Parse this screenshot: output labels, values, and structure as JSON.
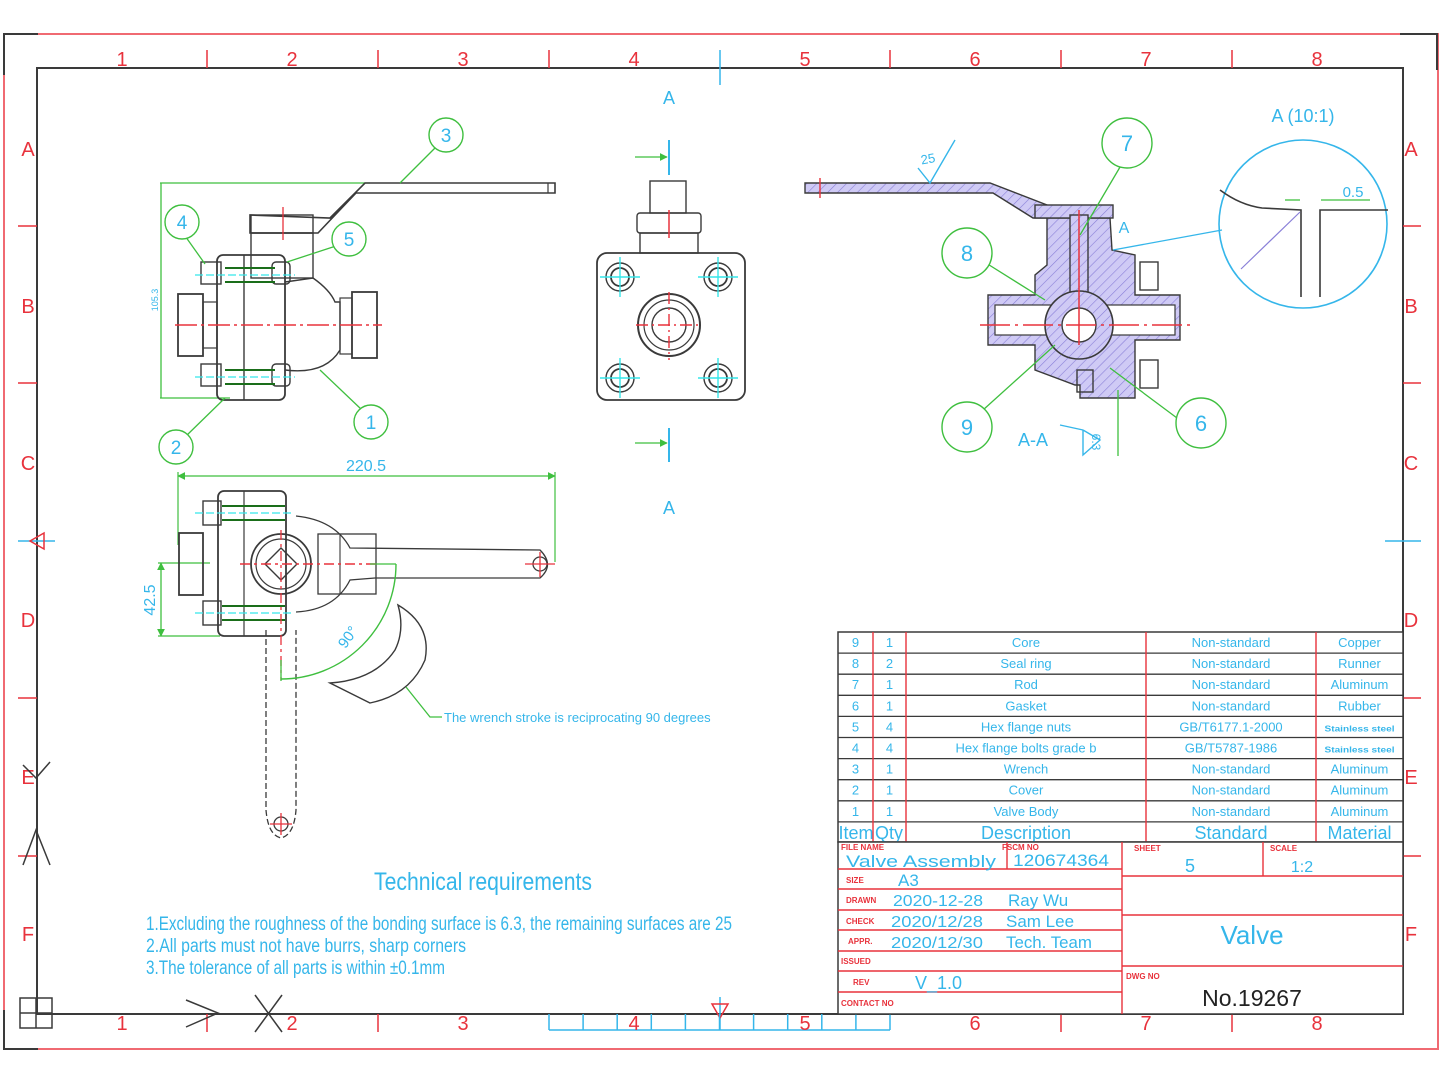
{
  "colors": {
    "frame_red": "#f06a72",
    "frame_black": "#3a3a3a",
    "text_blue": "#35b6ea",
    "text_red": "#e8323c",
    "leader_green": "#3fbf3f",
    "hatch_purple": "#b0a8e8"
  },
  "border": {
    "columns": [
      "1",
      "2",
      "3",
      "4",
      "5",
      "6",
      "7",
      "8"
    ],
    "rows": [
      "A",
      "B",
      "C",
      "D",
      "E",
      "F"
    ]
  },
  "views": {
    "front": {
      "dimension_height": "105.3",
      "balloons": [
        "1",
        "2",
        "3",
        "4",
        "5"
      ]
    },
    "side": {
      "section_label_top": "A",
      "section_label_bottom": "A"
    },
    "section": {
      "title": "A-A",
      "roughness_symbol": "25",
      "roughness_surface": "6.3",
      "balloons": [
        "6",
        "7",
        "8",
        "9"
      ],
      "detail_marker": "A"
    },
    "detail": {
      "title": "A (10:1)",
      "dimension": "0.5"
    },
    "top": {
      "dimension_length": "220.5",
      "dimension_height": "42.5",
      "angle": "90°",
      "note": "The wrench stroke is reciprocating 90 degrees"
    }
  },
  "technical_requirements": {
    "title": "Technical requirements",
    "items": [
      "1.Excluding the roughness of the bonding surface is 6.3, the remaining surfaces are 25",
      "2.All parts must not have burrs, sharp corners",
      "3.The tolerance of all parts is within ±0.1mm"
    ]
  },
  "bom": {
    "headers": {
      "item": "Item",
      "qty": "Qty",
      "description": "Description",
      "standard": "Standard",
      "material": "Material"
    },
    "rows": [
      {
        "item": "9",
        "qty": "1",
        "description": "Core",
        "standard": "Non-standard",
        "material": "Copper"
      },
      {
        "item": "8",
        "qty": "2",
        "description": "Seal ring",
        "standard": "Non-standard",
        "material": "Runner"
      },
      {
        "item": "7",
        "qty": "1",
        "description": "Rod",
        "standard": "Non-standard",
        "material": "Aluminum"
      },
      {
        "item": "6",
        "qty": "1",
        "description": "Gasket",
        "standard": "Non-standard",
        "material": "Rubber"
      },
      {
        "item": "5",
        "qty": "4",
        "description": "Hex flange nuts",
        "standard": "GB/T6177.1-2000",
        "material": "Stainless steel"
      },
      {
        "item": "4",
        "qty": "4",
        "description": "Hex flange bolts grade b",
        "standard": "GB/T5787-1986",
        "material": "Stainless steel"
      },
      {
        "item": "3",
        "qty": "1",
        "description": "Wrench",
        "standard": "Non-standard",
        "material": "Aluminum"
      },
      {
        "item": "2",
        "qty": "1",
        "description": "Cover",
        "standard": "Non-standard",
        "material": "Aluminum"
      },
      {
        "item": "1",
        "qty": "1",
        "description": "Valve Body",
        "standard": "Non-standard",
        "material": "Aluminum"
      }
    ]
  },
  "title_block": {
    "file_name_label": "FILE NAME",
    "file_name": "Valve Assembly",
    "fscm_label": "FSCM NO",
    "fscm": "120674364",
    "sheet_label": "SHEET",
    "sheet": "5",
    "scale_label": "SCALE",
    "scale": "1:2",
    "size_label": "SIZE",
    "size": "A3",
    "drawn_label": "DRAWN",
    "drawn_date": "2020-12-28",
    "drawn_by": "Ray Wu",
    "check_label": "CHECK",
    "check_date": "2020/12/28",
    "check_by": "Sam Lee",
    "appr_label": "APPR.",
    "appr_date": "2020/12/30",
    "appr_by": "Tech. Team",
    "issued_label": "ISSUED",
    "rev_label": "REV",
    "rev": "V_1.0",
    "contact_label": "CONTACT NO",
    "title": "Valve",
    "dwg_label": "DWG NO",
    "dwg_no": "No.19267"
  }
}
